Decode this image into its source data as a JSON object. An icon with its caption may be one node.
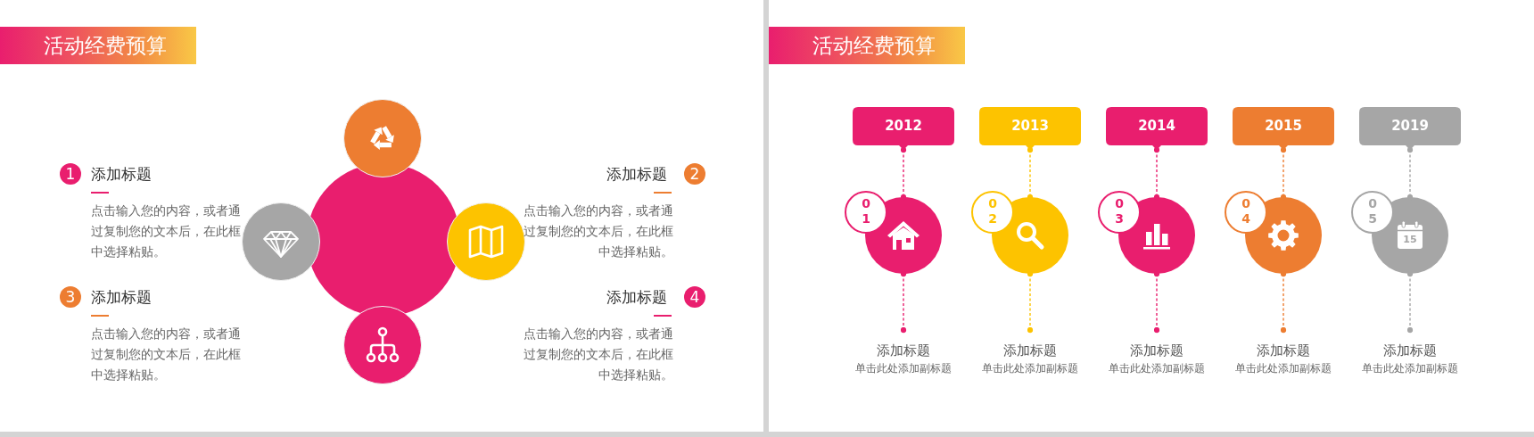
{
  "diagram": {
    "nodes": [
      {
        "text": [
          "活动经费预算"
        ]
      },
      {
        "text": [
          "1"
        ],
        "beside": [
          "添加标题",
          "点击输入您的内容，或者通过复制您的文本后，在此框中选择粘贴。"
        ]
      },
      {
        "text": [
          "2"
        ],
        "beside": [
          "添加标题",
          "点击输入您的内容，或者通过复制您的文本后，在此框中选择粘贴。"
        ]
      },
      {
        "text": [
          "3"
        ],
        "beside": [
          "添加标题",
          "点击输入您的内容，或者通过复制您的文本后，在此框中选择粘贴。"
        ]
      },
      {
        "text": [
          "4"
        ],
        "beside": [
          "添加标题",
          "点击输入您的内容，或者通过复制您的文本后，在此框中选择粘贴。"
        ]
      },
      {
        "text": [],
        "shape": "circle"
      },
      {
        "text": [
          "活动经费预算"
        ]
      },
      {
        "text": [
          "2012"
        ]
      },
      {
        "text": [
          "2013"
        ]
      },
      {
        "text": [
          "2014"
        ]
      },
      {
        "text": [
          "2015"
        ]
      },
      {
        "text": [
          "2019"
        ]
      },
      {
        "text": [
          "01"
        ]
      },
      {
        "text": [
          "02"
        ]
      },
      {
        "text": [
          "03"
        ]
      },
      {
        "text": [
          "04"
        ]
      },
      {
        "text": [
          "05"
        ]
      },
      {
        "text": [],
        "shape": "circle"
      },
      {
        "text": [],
        "shape": "circle"
      },
      {
        "text": [],
        "shape": "circle"
      },
      {
        "text": [],
        "shape": "circle"
      },
      {
        "text": [],
        "shape": "circle"
      },
      {
        "text": [
          "添加标题",
          "单击此处添加副标题"
        ]
      },
      {
        "text": [
          "添加标题",
          "单击此处添加副标题"
        ]
      },
      {
        "text": [
          "添加标题",
          "单击此处添加副标题"
        ]
      },
      {
        "text": [
          "添加标题",
          "单击此处添加副标题"
        ]
      },
      {
        "text": [
          "添加标题",
          "单击此处添加副标题"
        ]
      }
    ],
    "edges": [
      {
        "from": 7,
        "to": 17,
        "arrow": "other",
        "style": "dashed"
      },
      {
        "from": 8,
        "to": 18,
        "arrow": "other",
        "style": "dashed",
        "color": "#fdc300"
      },
      {
        "from": 9,
        "to": 19,
        "arrow": "other",
        "style": "dashed"
      },
      {
        "from": 10,
        "to": 20,
        "arrow": "other",
        "style": "dashed",
        "color": "#ed7d31"
      },
      {
        "from": 11,
        "to": 21,
        "arrow": "other",
        "style": "dashed",
        "color": "#a6a6a6"
      },
      {
        "from": 17,
        "to": 22,
        "arrow": "other",
        "style": "dashed"
      },
      {
        "from": 18,
        "to": 23,
        "arrow": "other",
        "style": "dashed",
        "color": "#fdc300"
      },
      {
        "from": 19,
        "to": 24,
        "arrow": "other",
        "style": "dashed"
      },
      {
        "from": 20,
        "to": 25,
        "arrow": "other",
        "style": "dashed",
        "color": "#ed7d31"
      },
      {
        "from": 21,
        "to": 26,
        "arrow": "other",
        "style": "dashed",
        "color": "#a6a6a6"
      }
    ],
    "labels": [
      "15"
    ]
  }
}
